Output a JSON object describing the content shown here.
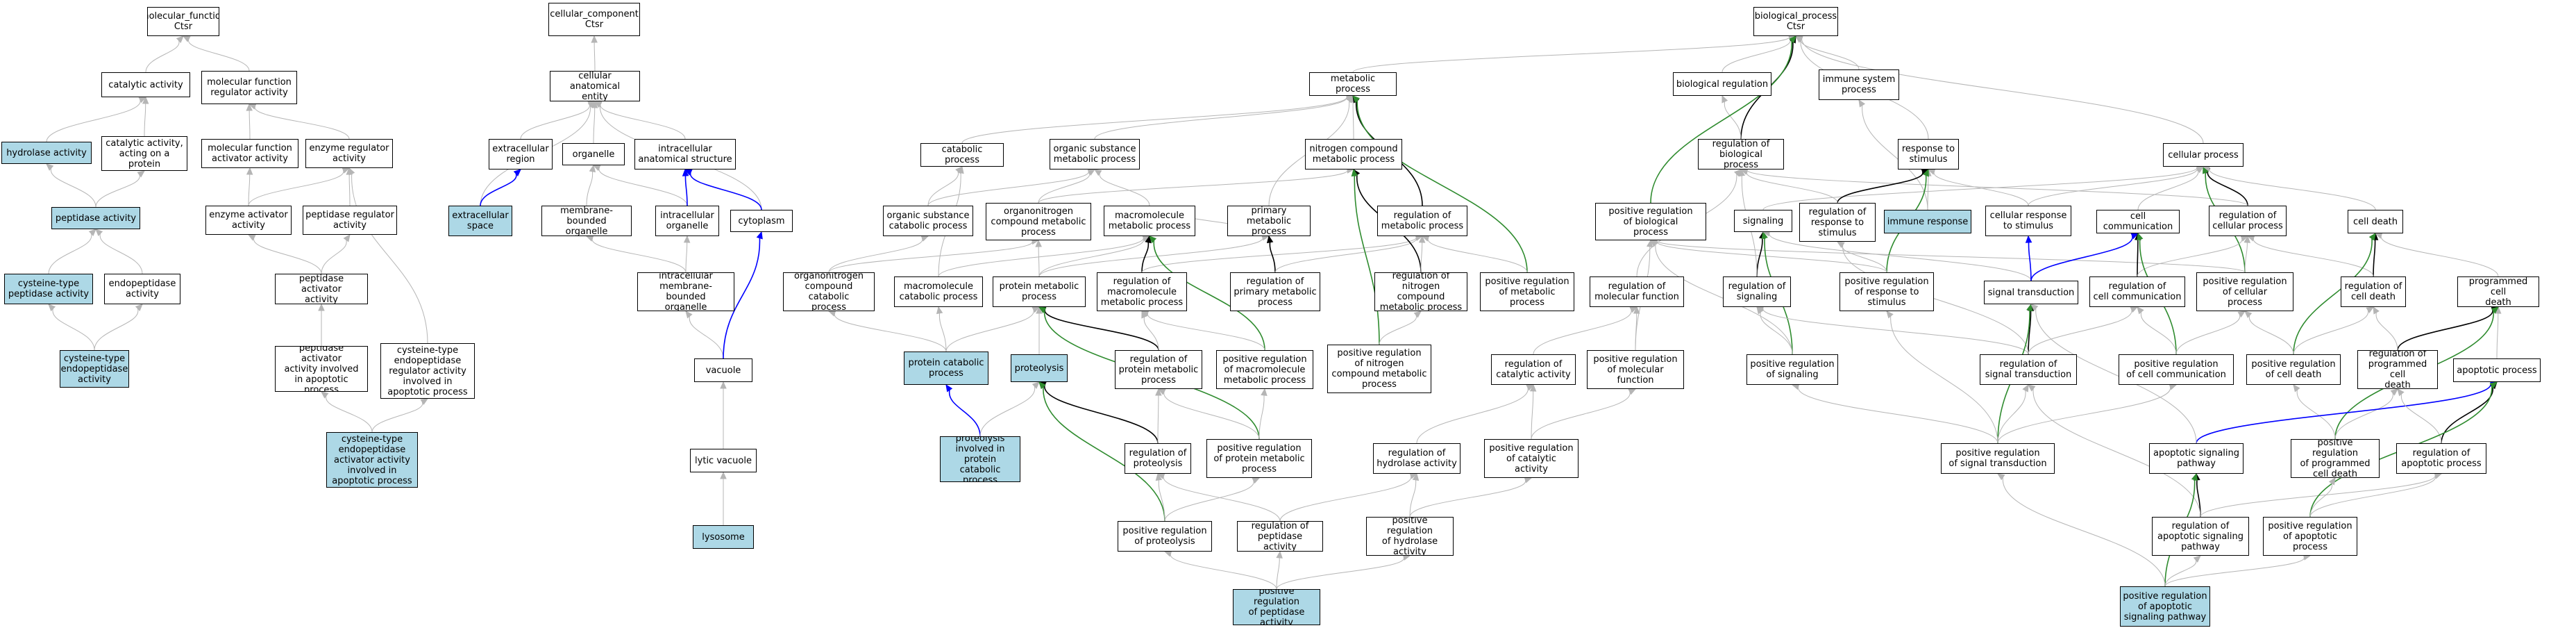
{
  "colors": {
    "highlight": "#add8e6",
    "is_a": "#b5b5b5",
    "part_of": "#000000",
    "positively_regulates": "#2e8b2e",
    "negatively": "#0000ff"
  },
  "nodes": {
    "mf": "molecular_function\nCtsr",
    "cc": "cellular_component\nCtsr",
    "bp": "biological_process\nCtsr",
    "catact": "catalytic activity",
    "mfreg": "molecular function\nregulator activity",
    "hydro": "hydrolase activity",
    "catprot": "catalytic activity,\nacting on a\nprotein",
    "mfact": "molecular function\nactivator activity",
    "enzreg": "enzyme regulator\nactivity",
    "pept": "peptidase activity",
    "enzact": "enzyme activator\nactivity",
    "peptreg": "peptidase regulator\nactivity",
    "cystpept": "cysteine-type\npeptidase activity",
    "endopept": "endopeptidase\nactivity",
    "peptact": "peptidase activator\nactivity",
    "cystendo": "cysteine-type\nendopeptidase\nactivity",
    "peptactapo": "peptidase activator\nactivity involved\nin apoptotic\nprocess",
    "cystendoreg": "cysteine-type\nendopeptidase\nregulator activity\ninvolved in\napoptotic process",
    "cystendoact": "cysteine-type\nendopeptidase\nactivator activity\ninvolved in\napoptotic process",
    "cae": "cellular anatomical\nentity",
    "extreg": "extracellular\nregion",
    "organelle": "organelle",
    "intracell": "intracellular\nanatomical structure",
    "extspace": "extracellular\nspace",
    "mbo": "membrane-bounded\norganelle",
    "intorg": "intracellular\norganelle",
    "cytoplasm": "cytoplasm",
    "imbo": "intracellular\nmembrane-bounded\norganelle",
    "vacuole": "vacuole",
    "lytvac": "lytic vacuole",
    "lysosome": "lysosome",
    "metab": "metabolic process",
    "catab": "catabolic process",
    "osmp": "organic substance\nmetabolic process",
    "ncmp": "nitrogen compound\nmetabolic process",
    "oscp": "organic substance\ncatabolic process",
    "onmp": "organonitrogen\ncompound metabolic\nprocess",
    "mmp": "macromolecule\nmetabolic process",
    "pmp": "primary metabolic\nprocess",
    "regmet": "regulation of\nmetabolic process",
    "oncp": "organonitrogen\ncompound catabolic\nprocess",
    "mcp": "macromolecule\ncatabolic process",
    "protmet": "protein metabolic\nprocess",
    "regmmp": "regulation of\nmacromolecule\nmetabolic process",
    "regpmp": "regulation of\nprimary metabolic\nprocess",
    "regncmp": "regulation of\nnitrogen compound\nmetabolic process",
    "posregmet": "positive regulation\nof metabolic\nprocess",
    "protcat": "protein catabolic\nprocess",
    "proteolysis": "proteolysis",
    "regprotmet": "regulation of\nprotein metabolic\nprocess",
    "posregmmp": "positive regulation\nof macromolecule\nmetabolic process",
    "posregncmp": "positive regulation\nof nitrogen\ncompound metabolic\nprocess",
    "protinv": "proteolysis\ninvolved in\nprotein catabolic\nprocess",
    "regproteo": "regulation of\nproteolysis",
    "posregprotmet": "positive regulation\nof protein metabolic\nprocess",
    "reghydro": "regulation of\nhydrolase activity",
    "posregproteo": "positive regulation\nof proteolysis",
    "regpept": "regulation of\npeptidase activity",
    "posreghydro": "positive regulation\nof hydrolase\nactivity",
    "posregpept": "positive regulation\nof peptidase\nactivity",
    "bioreg": "biological regulation",
    "immsys": "immune system\nprocess",
    "regbp": "regulation of\nbiological process",
    "resp": "response to\nstimulus",
    "cellproc": "cellular process",
    "posregbp": "positive regulation\nof biological\nprocess",
    "signaling": "signaling",
    "regresp": "regulation of\nresponse to\nstimulus",
    "immresp": "immune response",
    "cellresp": "cellular response\nto stimulus",
    "cellcomm": "cell communication",
    "regcp": "regulation of\ncellular process",
    "celldeath": "cell death",
    "regmf": "regulation of\nmolecular function",
    "regsig": "regulation of\nsignaling",
    "posregresp": "positive regulation\nof response to\nstimulus",
    "sigtrans": "signal transduction",
    "regcc": "regulation of\ncell communication",
    "posregcp": "positive regulation\nof cellular\nprocess",
    "regcd": "regulation of\ncell death",
    "pcd": "programmed cell\ndeath",
    "regcat": "regulation of\ncatalytic activity",
    "posregmf": "positive regulation\nof molecular\nfunction",
    "posregsig": "positive regulation\nof signaling",
    "regst": "regulation of\nsignal transduction",
    "posregcc": "positive regulation\nof cell communication",
    "posregcd": "positive regulation\nof cell death",
    "regpcd": "regulation of\nprogrammed cell\ndeath",
    "apo": "apoptotic process",
    "posregcat": "positive regulation\nof catalytic\nactivity",
    "posregst": "positive regulation\nof signal transduction",
    "aposig": "apoptotic signaling\npathway",
    "posregpcd": "positive regulation\nof programmed\ncell death",
    "regapo": "regulation of\napoptotic process",
    "regaposig": "regulation of\napoptotic signaling\npathway",
    "posregapo": "positive regulation\nof apoptotic\nprocess",
    "posregaposig": "positive regulation\nof apoptotic\nsignaling pathway"
  },
  "highlighted": [
    "hydro",
    "pept",
    "cystpept",
    "cystendo",
    "cystendoact",
    "extspace",
    "lysosome",
    "protcat",
    "proteolysis",
    "protinv",
    "posregpept",
    "immresp",
    "posregaposig"
  ],
  "edges": [
    [
      "catact",
      "mf",
      "is_a"
    ],
    [
      "mfreg",
      "mf",
      "is_a"
    ],
    [
      "hydro",
      "catact",
      "is_a"
    ],
    [
      "catprot",
      "catact",
      "is_a"
    ],
    [
      "mfact",
      "mfreg",
      "is_a"
    ],
    [
      "enzreg",
      "mfreg",
      "is_a"
    ],
    [
      "pept",
      "hydro",
      "is_a"
    ],
    [
      "pept",
      "catprot",
      "is_a"
    ],
    [
      "enzact",
      "mfact",
      "is_a"
    ],
    [
      "enzact",
      "enzreg",
      "is_a"
    ],
    [
      "peptreg",
      "enzreg",
      "is_a"
    ],
    [
      "cystpept",
      "pept",
      "is_a"
    ],
    [
      "endopept",
      "pept",
      "is_a"
    ],
    [
      "peptact",
      "enzact",
      "is_a"
    ],
    [
      "peptact",
      "peptreg",
      "is_a"
    ],
    [
      "cystendo",
      "cystpept",
      "is_a"
    ],
    [
      "cystendo",
      "endopept",
      "is_a"
    ],
    [
      "peptactapo",
      "peptact",
      "is_a"
    ],
    [
      "cystendoreg",
      "enzreg",
      "is_a"
    ],
    [
      "cystendoact",
      "peptactapo",
      "is_a"
    ],
    [
      "cystendoact",
      "cystendoreg",
      "is_a"
    ],
    [
      "cae",
      "cc",
      "is_a"
    ],
    [
      "extreg",
      "cae",
      "is_a"
    ],
    [
      "organelle",
      "cae",
      "is_a"
    ],
    [
      "intracell",
      "cae",
      "is_a"
    ],
    [
      "extspace",
      "cae",
      "is_a"
    ],
    [
      "extspace",
      "extreg",
      "part_neg"
    ],
    [
      "mbo",
      "organelle",
      "is_a"
    ],
    [
      "intorg",
      "organelle",
      "is_a"
    ],
    [
      "intorg",
      "intracell",
      "part_neg"
    ],
    [
      "cytoplasm",
      "cae",
      "is_a"
    ],
    [
      "cytoplasm",
      "intracell",
      "part_neg"
    ],
    [
      "imbo",
      "mbo",
      "is_a"
    ],
    [
      "imbo",
      "intorg",
      "is_a"
    ],
    [
      "vacuole",
      "imbo",
      "is_a"
    ],
    [
      "vacuole",
      "cytoplasm",
      "part_neg"
    ],
    [
      "lytvac",
      "vacuole",
      "is_a"
    ],
    [
      "lysosome",
      "lytvac",
      "is_a"
    ],
    [
      "bioreg",
      "bp",
      "is_a"
    ],
    [
      "immsys",
      "bp",
      "is_a"
    ],
    [
      "resp",
      "bp",
      "is_a"
    ],
    [
      "cellproc",
      "bp",
      "is_a"
    ],
    [
      "metab",
      "bp",
      "is_a"
    ],
    [
      "regbp",
      "bp",
      "part_of"
    ],
    [
      "regbp",
      "bioreg",
      "is_a"
    ],
    [
      "posregbp",
      "bp",
      "pos"
    ],
    [
      "catab",
      "metab",
      "is_a"
    ],
    [
      "osmp",
      "metab",
      "is_a"
    ],
    [
      "ncmp",
      "metab",
      "is_a"
    ],
    [
      "pmp",
      "metab",
      "is_a"
    ],
    [
      "regmet",
      "metab",
      "part_of"
    ],
    [
      "posregmet",
      "metab",
      "pos"
    ],
    [
      "oscp",
      "osmp",
      "is_a"
    ],
    [
      "oscp",
      "catab",
      "is_a"
    ],
    [
      "onmp",
      "osmp",
      "is_a"
    ],
    [
      "onmp",
      "ncmp",
      "is_a"
    ],
    [
      "mmp",
      "osmp",
      "is_a"
    ],
    [
      "mmp",
      "pmp",
      "is_a"
    ],
    [
      "oncp",
      "onmp",
      "is_a"
    ],
    [
      "oncp",
      "oscp",
      "is_a"
    ],
    [
      "mcp",
      "mmp",
      "is_a"
    ],
    [
      "mcp",
      "catab",
      "is_a"
    ],
    [
      "protmet",
      "mmp",
      "is_a"
    ],
    [
      "protmet",
      "onmp",
      "is_a"
    ],
    [
      "protmet",
      "pmp",
      "is_a"
    ],
    [
      "regmmp",
      "mmp",
      "part_of"
    ],
    [
      "regmmp",
      "regmet",
      "is_a"
    ],
    [
      "regpmp",
      "pmp",
      "part_of"
    ],
    [
      "regpmp",
      "regmet",
      "is_a"
    ],
    [
      "regncmp",
      "ncmp",
      "part_of"
    ],
    [
      "regncmp",
      "regmet",
      "is_a"
    ],
    [
      "posregmet",
      "regmet",
      "is_a"
    ],
    [
      "protcat",
      "protmet",
      "is_a"
    ],
    [
      "protcat",
      "mcp",
      "is_a"
    ],
    [
      "protcat",
      "oncp",
      "is_a"
    ],
    [
      "proteolysis",
      "protmet",
      "is_a"
    ],
    [
      "protinv",
      "protcat",
      "part_neg"
    ],
    [
      "protinv",
      "proteolysis",
      "is_a"
    ],
    [
      "regprotmet",
      "protmet",
      "part_of"
    ],
    [
      "regprotmet",
      "regmmp",
      "is_a"
    ],
    [
      "posregmmp",
      "mmp",
      "pos"
    ],
    [
      "posregmmp",
      "regmmp",
      "is_a"
    ],
    [
      "posregncmp",
      "ncmp",
      "pos"
    ],
    [
      "posregncmp",
      "regncmp",
      "is_a"
    ],
    [
      "regproteo",
      "proteolysis",
      "part_of"
    ],
    [
      "regproteo",
      "regprotmet",
      "is_a"
    ],
    [
      "posregprotmet",
      "protmet",
      "pos"
    ],
    [
      "posregprotmet",
      "regprotmet",
      "is_a"
    ],
    [
      "posregprotmet",
      "posregmmp",
      "is_a"
    ],
    [
      "posregproteo",
      "proteolysis",
      "pos"
    ],
    [
      "posregproteo",
      "regproteo",
      "is_a"
    ],
    [
      "posregproteo",
      "posregprotmet",
      "is_a"
    ],
    [
      "regpept",
      "regproteo",
      "is_a"
    ],
    [
      "regpept",
      "reghydro",
      "is_a"
    ],
    [
      "reghydro",
      "regcat",
      "is_a"
    ],
    [
      "posreghydro",
      "reghydro",
      "is_a"
    ],
    [
      "posreghydro",
      "posregcat",
      "is_a"
    ],
    [
      "posregpept",
      "regpept",
      "is_a"
    ],
    [
      "posregpept",
      "posreghydro",
      "is_a"
    ],
    [
      "posregpept",
      "posregproteo",
      "is_a"
    ],
    [
      "regmf",
      "regbp",
      "is_a"
    ],
    [
      "regcat",
      "regmf",
      "is_a"
    ],
    [
      "posregmf",
      "regmf",
      "is_a"
    ],
    [
      "posregmf",
      "posregbp",
      "is_a"
    ],
    [
      "posregcat",
      "regcat",
      "is_a"
    ],
    [
      "posregcat",
      "posregmf",
      "is_a"
    ],
    [
      "regcp",
      "cellproc",
      "part_of"
    ],
    [
      "regcp",
      "regbp",
      "is_a"
    ],
    [
      "posregcp",
      "cellproc",
      "pos"
    ],
    [
      "posregcp",
      "regcp",
      "is_a"
    ],
    [
      "posregcp",
      "posregbp",
      "is_a"
    ],
    [
      "signaling",
      "cellproc",
      "is_a"
    ],
    [
      "cellcomm",
      "cellproc",
      "is_a"
    ],
    [
      "celldeath",
      "cellproc",
      "is_a"
    ],
    [
      "cellresp",
      "resp",
      "is_a"
    ],
    [
      "cellresp",
      "cellproc",
      "is_a"
    ],
    [
      "immresp",
      "immsys",
      "is_a"
    ],
    [
      "immresp",
      "resp",
      "is_a"
    ],
    [
      "regresp",
      "resp",
      "part_of"
    ],
    [
      "regresp",
      "regbp",
      "is_a"
    ],
    [
      "posregresp",
      "resp",
      "pos"
    ],
    [
      "posregresp",
      "regresp",
      "is_a"
    ],
    [
      "posregresp",
      "posregbp",
      "is_a"
    ],
    [
      "regsig",
      "signaling",
      "part_of"
    ],
    [
      "regsig",
      "regbp",
      "is_a"
    ],
    [
      "posregsig",
      "signaling",
      "pos"
    ],
    [
      "posregsig",
      "regsig",
      "is_a"
    ],
    [
      "posregsig",
      "posregbp",
      "is_a"
    ],
    [
      "sigtrans",
      "signaling",
      "is_a"
    ],
    [
      "sigtrans",
      "cellresp",
      "part_neg"
    ],
    [
      "sigtrans",
      "cellcomm",
      "part_neg"
    ],
    [
      "regcc",
      "cellcomm",
      "part_of"
    ],
    [
      "regcc",
      "regcp",
      "is_a"
    ],
    [
      "posregcc",
      "cellcomm",
      "pos"
    ],
    [
      "posregcc",
      "regcc",
      "is_a"
    ],
    [
      "posregcc",
      "posregcp",
      "is_a"
    ],
    [
      "regst",
      "sigtrans",
      "part_of"
    ],
    [
      "regst",
      "regsig",
      "is_a"
    ],
    [
      "regst",
      "regcc",
      "is_a"
    ],
    [
      "regst",
      "regresp",
      "is_a"
    ],
    [
      "posregst",
      "sigtrans",
      "pos"
    ],
    [
      "posregst",
      "regst",
      "is_a"
    ],
    [
      "posregst",
      "posregsig",
      "is_a"
    ],
    [
      "posregst",
      "posregcc",
      "is_a"
    ],
    [
      "posregst",
      "posregresp",
      "is_a"
    ],
    [
      "regcd",
      "celldeath",
      "part_of"
    ],
    [
      "regcd",
      "regcp",
      "is_a"
    ],
    [
      "pcd",
      "celldeath",
      "is_a"
    ],
    [
      "posregcd",
      "celldeath",
      "pos"
    ],
    [
      "posregcd",
      "regcd",
      "is_a"
    ],
    [
      "posregcd",
      "posregcp",
      "is_a"
    ],
    [
      "regpcd",
      "pcd",
      "part_of"
    ],
    [
      "regpcd",
      "regcd",
      "is_a"
    ],
    [
      "apo",
      "pcd",
      "is_a"
    ],
    [
      "posregpcd",
      "pcd",
      "pos"
    ],
    [
      "posregpcd",
      "regpcd",
      "is_a"
    ],
    [
      "posregpcd",
      "posregcd",
      "is_a"
    ],
    [
      "aposig",
      "apo",
      "part_neg"
    ],
    [
      "aposig",
      "sigtrans",
      "is_a"
    ],
    [
      "regapo",
      "apo",
      "part_of"
    ],
    [
      "regapo",
      "regpcd",
      "is_a"
    ],
    [
      "regaposig",
      "aposig",
      "part_of"
    ],
    [
      "regaposig",
      "regst",
      "is_a"
    ],
    [
      "regaposig",
      "regapo",
      "is_a"
    ],
    [
      "posregapo",
      "apo",
      "pos"
    ],
    [
      "posregapo",
      "regapo",
      "is_a"
    ],
    [
      "posregapo",
      "posregpcd",
      "is_a"
    ],
    [
      "posregaposig",
      "aposig",
      "pos"
    ],
    [
      "posregaposig",
      "regaposig",
      "is_a"
    ],
    [
      "posregaposig",
      "posregapo",
      "is_a"
    ],
    [
      "posregaposig",
      "posregst",
      "is_a"
    ]
  ]
}
